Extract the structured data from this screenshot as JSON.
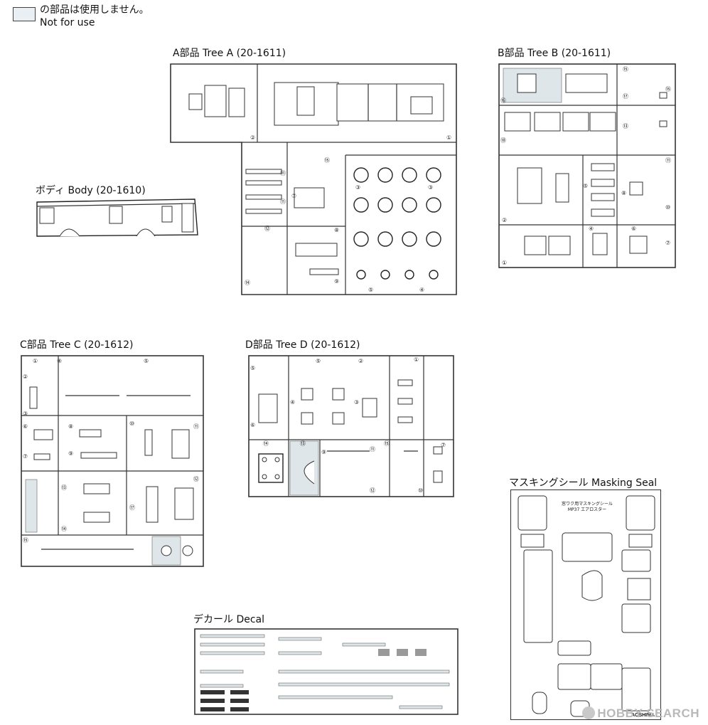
{
  "legend": {
    "text_ja": "の部品は使用しません。",
    "text_en": "Not for use"
  },
  "trees": {
    "a": {
      "label": "A部品 Tree A (20-1611)"
    },
    "b": {
      "label": "B部品 Tree B (20-1611)"
    },
    "body": {
      "label": "ボディ Body (20-1610)"
    },
    "c": {
      "label": "C部品 Tree C (20-1612)"
    },
    "d": {
      "label": "D部品 Tree D (20-1612)"
    }
  },
  "decal": {
    "label": "デカール Decal"
  },
  "masking": {
    "label": "マスキングシール Masking Seal",
    "sheet_title": "窓ワク用マスキングシール",
    "sheet_model": "MP37 エアロスター",
    "brand": "AOSHIMA"
  },
  "watermark": {
    "text": "HOBBY SEARCH"
  },
  "part_numbers": [
    "①",
    "②",
    "③",
    "④",
    "⑤",
    "⑥",
    "⑦",
    "⑧",
    "⑨",
    "⑩",
    "⑪",
    "⑫",
    "⑬",
    "⑭",
    "⑮",
    "⑯",
    "⑰",
    "⑱"
  ]
}
